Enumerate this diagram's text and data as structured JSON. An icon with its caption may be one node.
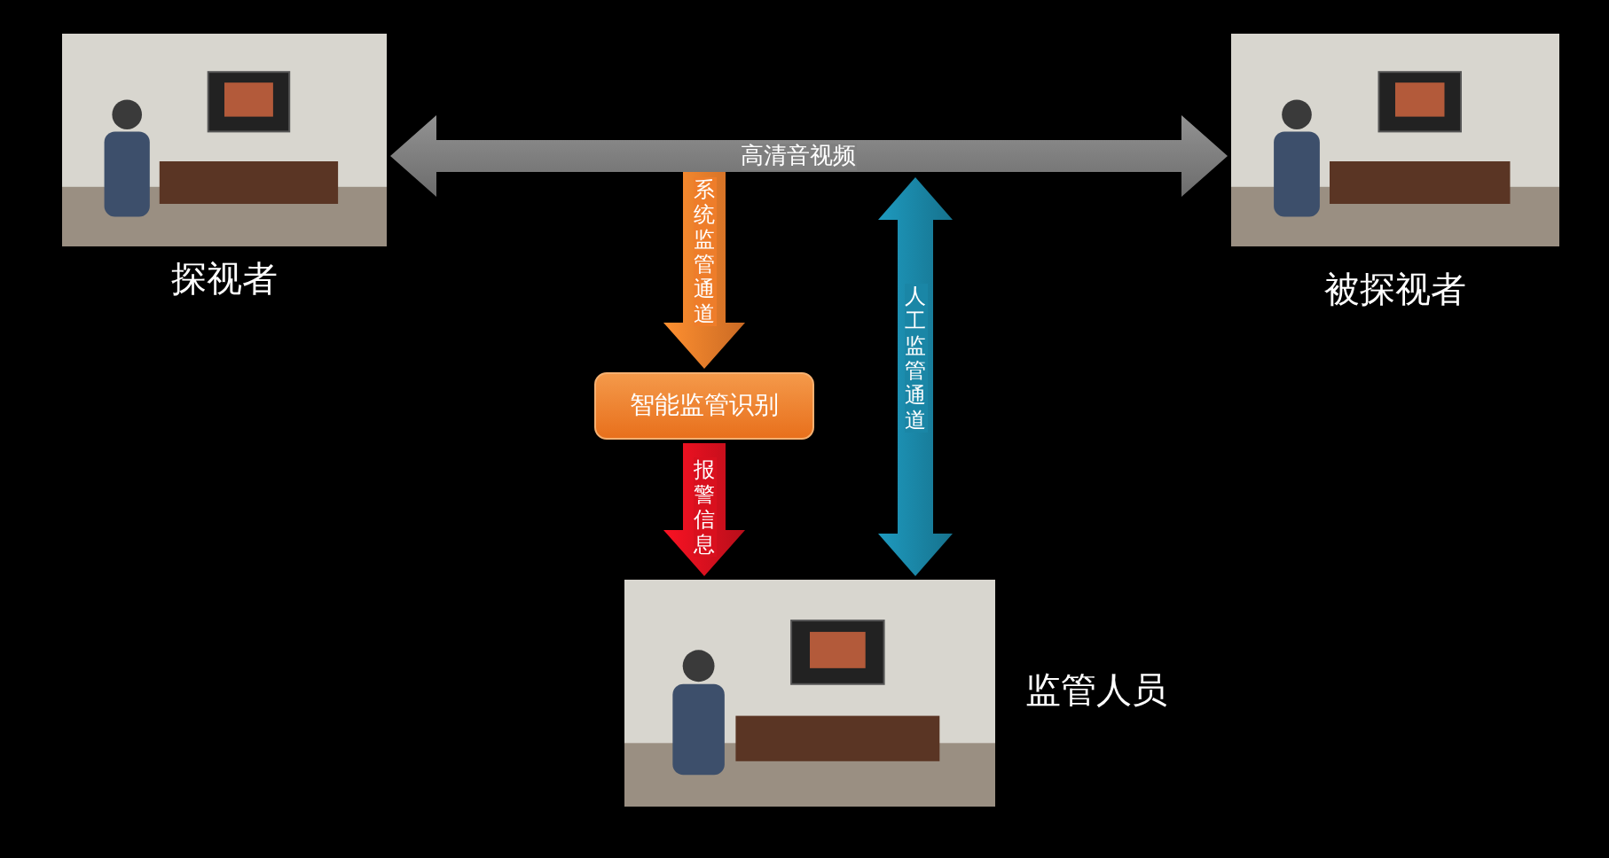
{
  "diagram": {
    "nodes": [
      {
        "text": [],
        "shape": "picture",
        "beside": [
          "探视者"
        ]
      },
      {
        "text": [],
        "shape": "picture",
        "beside": [
          "被探视者"
        ]
      },
      {
        "text": [
          "智能监管识别"
        ]
      },
      {
        "text": [],
        "shape": "picture",
        "beside": [
          "监管人员"
        ]
      }
    ],
    "edges": [
      {
        "from": 0,
        "to": 1,
        "arrow": "both",
        "label": "高清音视频",
        "style": "thick",
        "color": "#7f7f7f"
      },
      {
        "from": null,
        "to": 2,
        "arrow": "to",
        "label": "系统监管通道",
        "style": "thick",
        "color": "#ee7d2a"
      },
      {
        "from": 2,
        "to": 3,
        "arrow": "to",
        "label": "报警信息",
        "style": "thick",
        "color": "#d9101e"
      },
      {
        "from": null,
        "to": 3,
        "arrow": "both",
        "label": "人工监管通道",
        "style": "thick",
        "color": "#1a86a6"
      }
    ]
  }
}
